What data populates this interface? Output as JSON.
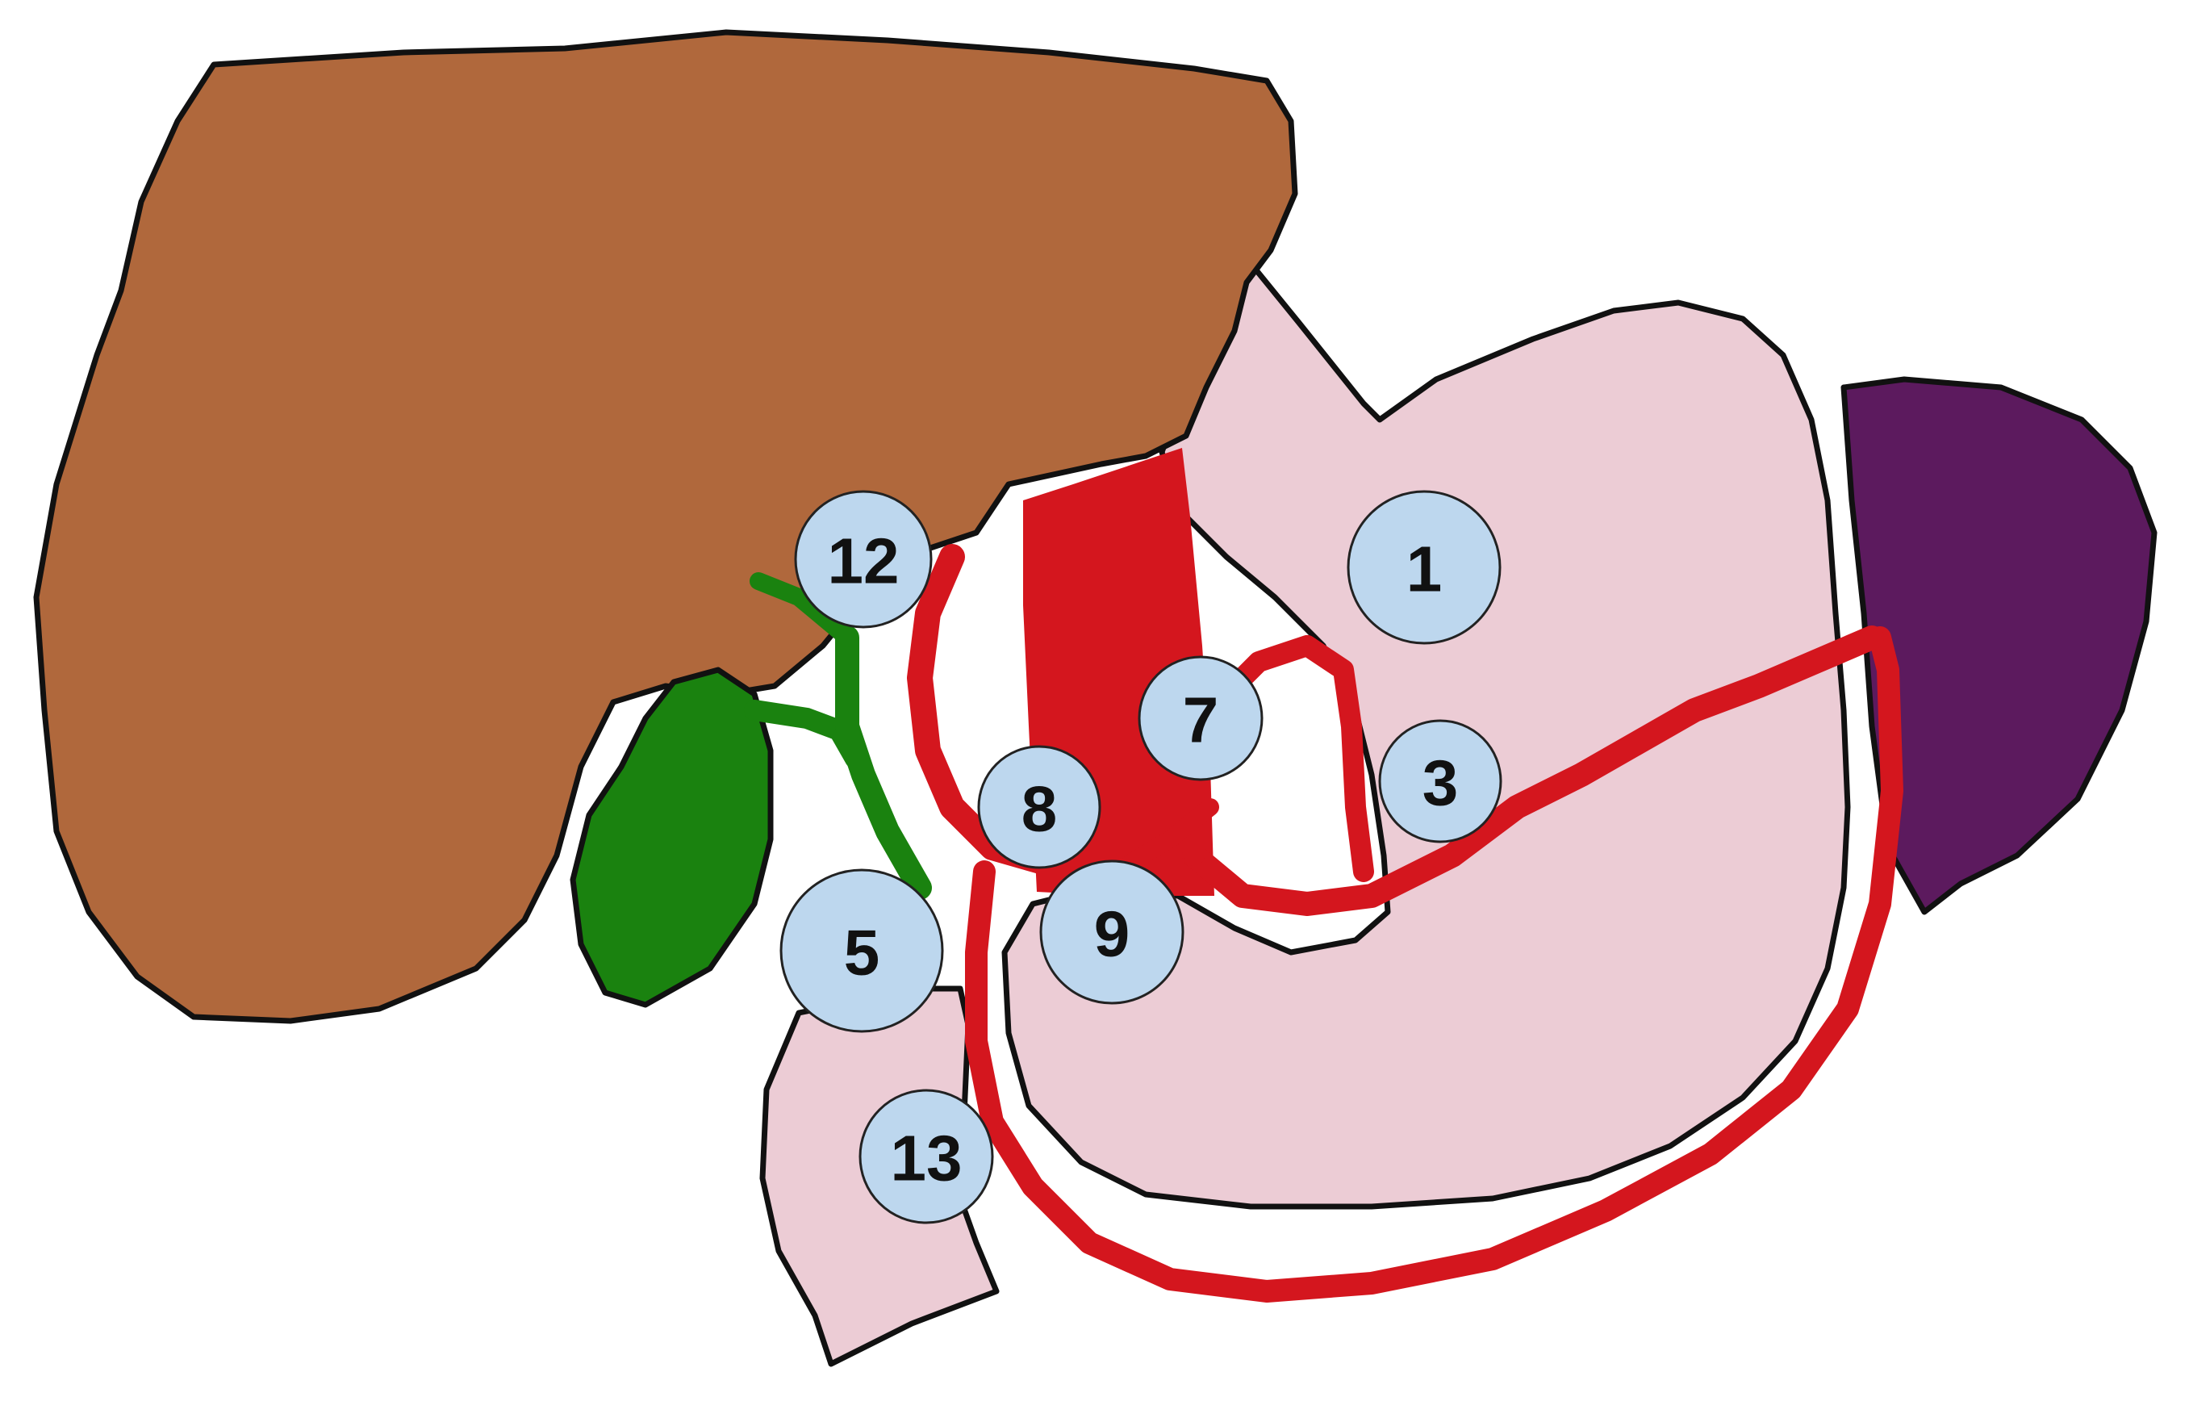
{
  "colors": {
    "liver": "#b0683c",
    "stomach": "#ecccd5",
    "duodenum": "#ecccd5",
    "gallbladder": "#1a820f",
    "spleen": "#5c1a5e",
    "arteries": "#d4161e",
    "marker_fill": "#bdd7ee",
    "outline": "#111111"
  },
  "markers": [
    {
      "id": "1",
      "label": "1"
    },
    {
      "id": "3",
      "label": "3"
    },
    {
      "id": "5",
      "label": "5"
    },
    {
      "id": "7",
      "label": "7"
    },
    {
      "id": "8",
      "label": "8"
    },
    {
      "id": "9",
      "label": "9"
    },
    {
      "id": "12",
      "label": "12"
    },
    {
      "id": "13",
      "label": "13"
    }
  ]
}
